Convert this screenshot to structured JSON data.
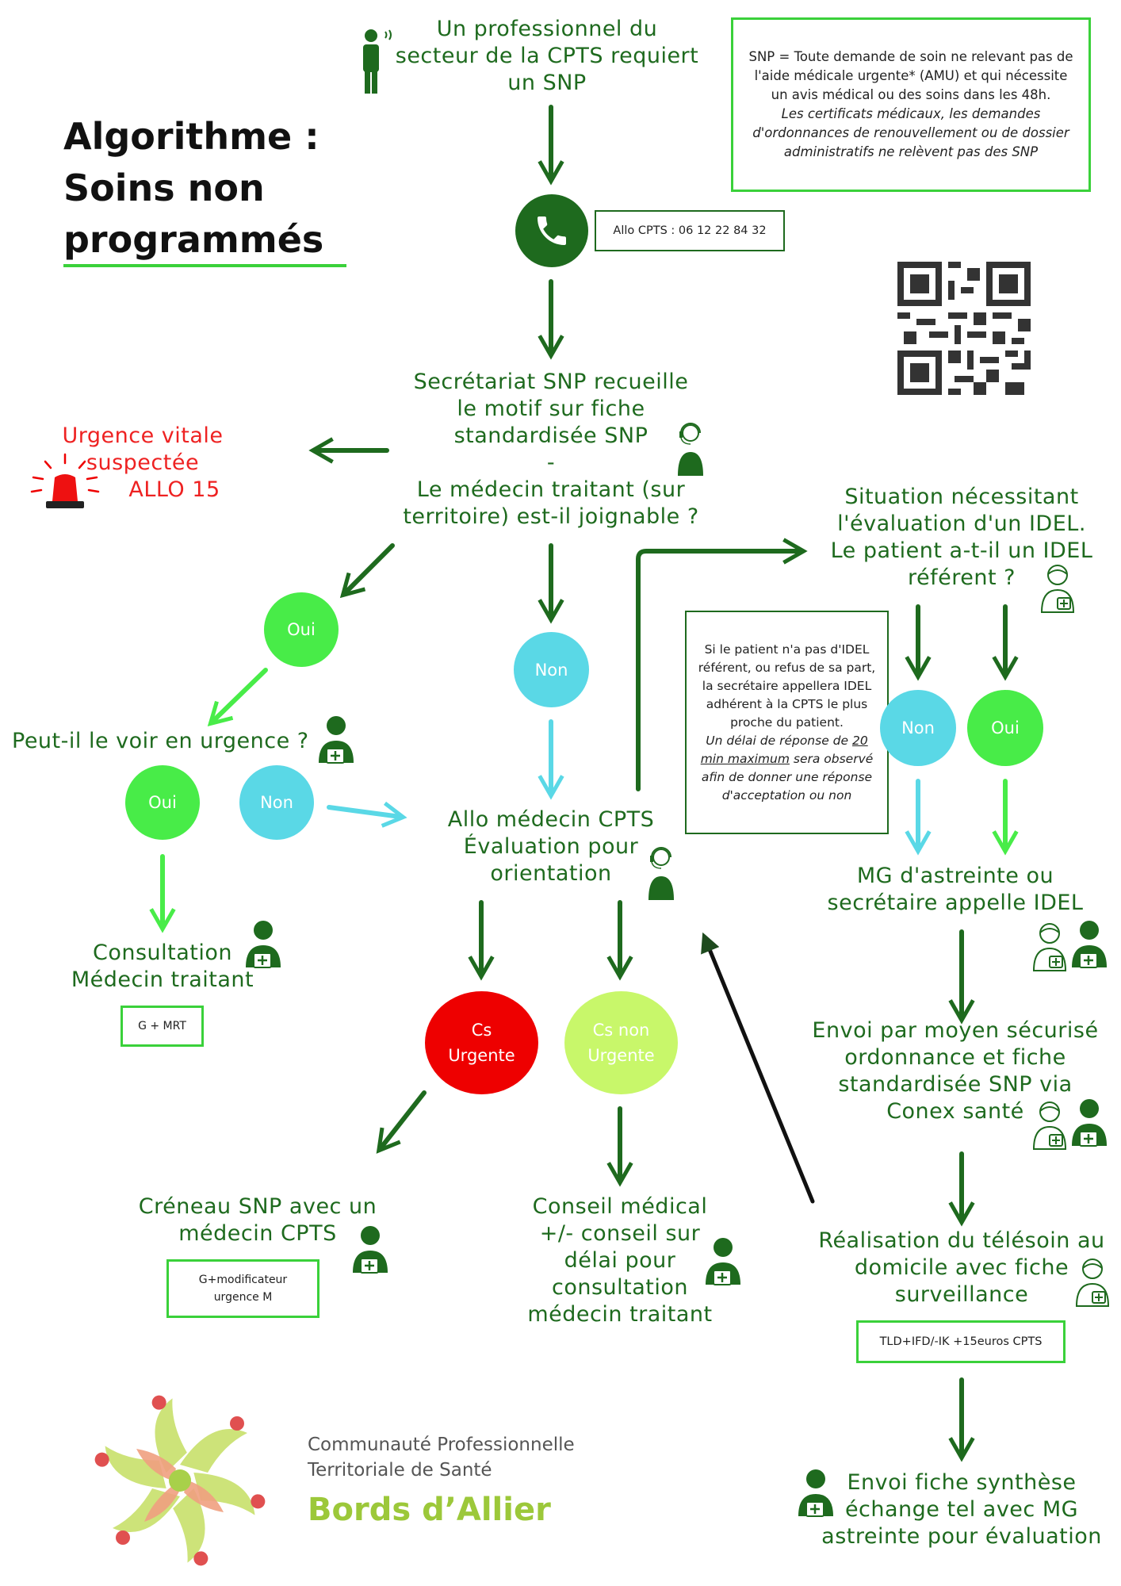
{
  "title": {
    "line1": "Algorithme :",
    "line2": "Soins non",
    "line3": "programmés"
  },
  "top_step": "Un professionnel du\nsecteur de la CPTS requiert\nun SNP",
  "definition_box": {
    "text": "SNP = Toute demande de soin ne relevant pas de l'aide médicale urgente* (AMU) et qui nécessite  un avis médical ou des soins dans les 48h.",
    "italic": "Les certificats médicaux, les demandes d'ordonnances de renouvellement ou de dossier administratifs ne relèvent pas des SNP"
  },
  "phone_label": "Allo CPTS : 06 12 22 84 32",
  "secretariat": "Secrétariat SNP recueille\nle motif sur fiche\nstandardisée SNP\n-\nLe médecin traitant (sur\nterritoire) est-il joignable ?",
  "urgence": {
    "line1": "Urgence vitale suspectée",
    "line2": "ALLO 15"
  },
  "left_branch": {
    "oui": "Oui",
    "question": "Peut-il le voir en urgence ?",
    "oui2": "Oui",
    "non2": "Non",
    "consultation": "Consultation\nMédecin traitant",
    "code": "G + MRT"
  },
  "center_branch": {
    "non": "Non",
    "allo": "Allo médecin CPTS\nÉvaluation pour\norientation",
    "cs_urgente": "Cs\nUrgente",
    "cs_non_urgente": "Cs non\nUrgente",
    "creneau": "Créneau SNP avec un\nmédecin CPTS",
    "creneau_code": "G+modificateur\nurgence M",
    "conseil": "Conseil médical\n+/- conseil sur\ndélai pour\nconsultation\nmédecin traitant"
  },
  "right_branch": {
    "situation": "Situation nécessitant\nl'évaluation d'un IDEL.\nLe patient a-t-il un IDEL\nréférent ?",
    "note_text": "Si le patient n'a pas d'IDEL référent, ou refus de sa part, la secrétaire appellera IDEL adhérent à la CPTS le plus proche du patient.",
    "note_italic_a": "Un délai de réponse de ",
    "note_italic_u": "20 min maximum",
    "note_italic_b": " sera observé afin de donner une réponse d'acceptation ou non",
    "non": "Non",
    "oui": "Oui",
    "mg": "MG d'astreinte ou\nsecrétaire appelle IDEL",
    "envoi": "Envoi par moyen sécurisé\nordonnance et fiche\nstandardisée SNP via\nConex santé",
    "realisation": "Réalisation du télésoin au\ndomicile avec fiche\nsurveillance",
    "tld_code": "TLD+IFD/-IK +15euros CPTS",
    "synthese": "Envoi fiche synthèse\néchange tel avec MG\nastreinte pour évaluation"
  },
  "logo": {
    "line1": "Communauté Professionnelle",
    "line2": "Territoriale de Santé",
    "line3": "Bords d’Allier"
  },
  "colors": {
    "dark_green": "#1e6a1e",
    "bright_green": "#3ad13a",
    "light_green": "#48ec48",
    "cyan": "#5ad8e6",
    "red": "#ee0000",
    "lime": "#c8f76a"
  }
}
